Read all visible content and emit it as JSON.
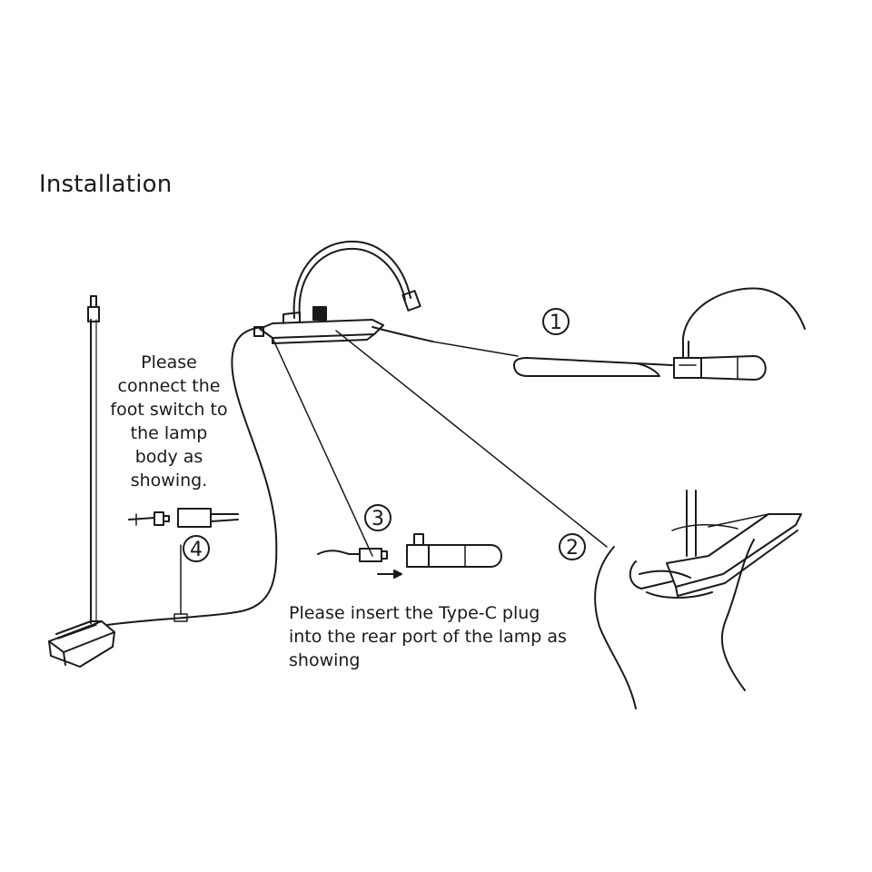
{
  "title": "Installation",
  "notes": {
    "foot_switch": "Please connect the foot switch to the lamp body as showing.",
    "type_c": "Please insert the Type-C plug into the rear port of the lamp as showing"
  },
  "steps": [
    {
      "number": "1"
    },
    {
      "number": "2"
    },
    {
      "number": "3"
    },
    {
      "number": "4"
    }
  ],
  "colors": {
    "ink": "#1a1a1a",
    "background": "#ffffff"
  }
}
